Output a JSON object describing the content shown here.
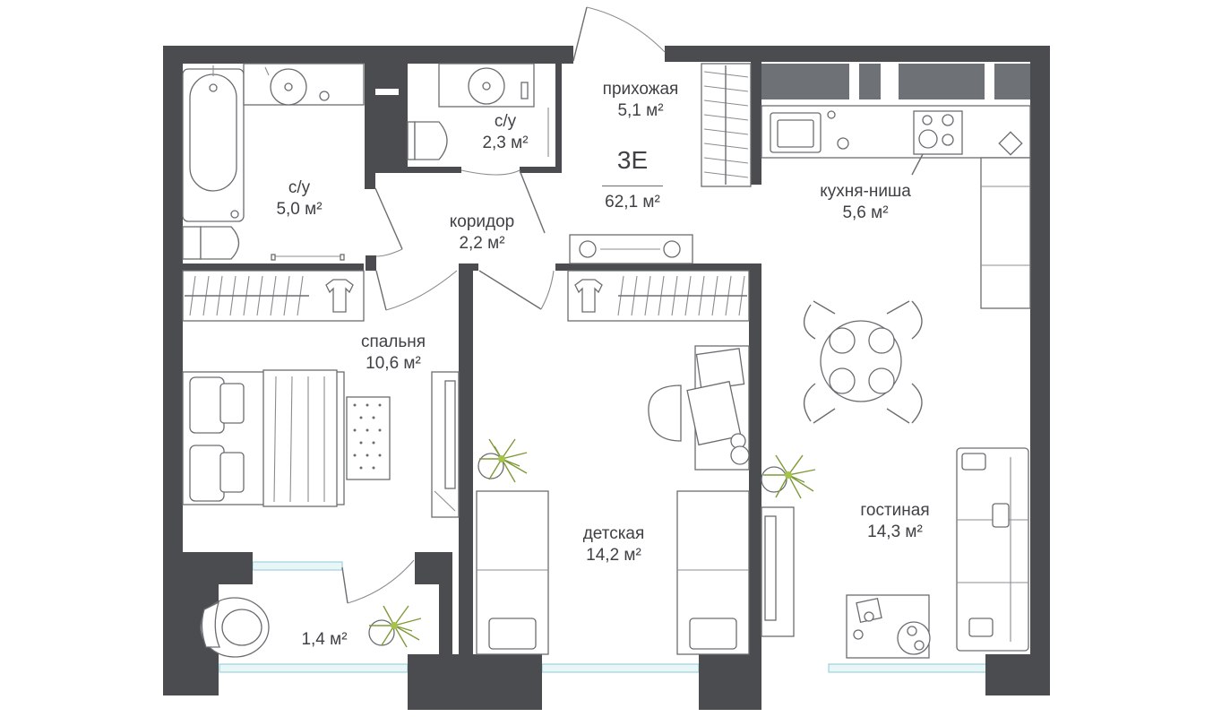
{
  "apartment": {
    "code": "3E",
    "total_area": "62,1 м²"
  },
  "rooms": [
    {
      "id": "bath-large",
      "name": "с/у",
      "area": "5,0 м²"
    },
    {
      "id": "bath-small",
      "name": "с/у",
      "area": "2,3 м²"
    },
    {
      "id": "hallway",
      "name": "прихожая",
      "area": "5,1 м²"
    },
    {
      "id": "corridor",
      "name": "коридор",
      "area": "2,2 м²"
    },
    {
      "id": "kitchen",
      "name": "кухня-ниша",
      "area": "5,6 м²"
    },
    {
      "id": "bedroom",
      "name": "спальня",
      "area": "10,6 м²"
    },
    {
      "id": "kids",
      "name": "детская",
      "area": "14,2 м²"
    },
    {
      "id": "living",
      "name": "гостиная",
      "area": "14,3 м²"
    },
    {
      "id": "balcony",
      "name": "",
      "area": "1,4 м²"
    }
  ],
  "colors": {
    "wall": "#4a4c4f",
    "furniture_line": "#6a6d70",
    "window": "#9fd3dc",
    "plant": "#a6c24a"
  }
}
